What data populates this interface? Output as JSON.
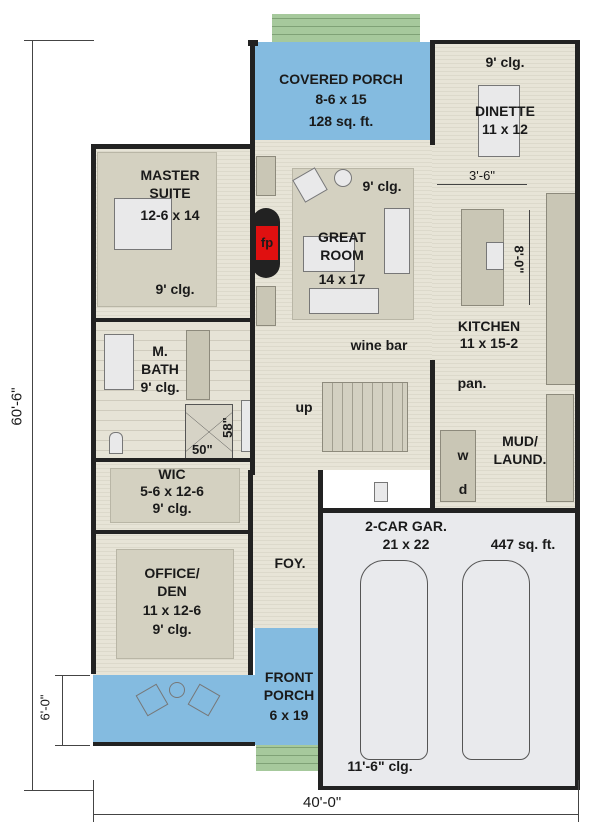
{
  "rooms": {
    "covered_porch": {
      "name": "COVERED PORCH",
      "size": "8-6 x 15",
      "area": "128 sq. ft."
    },
    "dinette": {
      "clg": "9' clg.",
      "name": "DINETTE",
      "size": "11 x 12"
    },
    "great_room": {
      "clg": "9' clg.",
      "name1": "GREAT",
      "name2": "ROOM",
      "size": "14 x 17",
      "fireplace": "fp"
    },
    "kitchen": {
      "name": "KITCHEN",
      "size": "11 x 15-2",
      "dim_width": "3'-6\"",
      "dim_length": "8'-0\""
    },
    "master_suite": {
      "name1": "MASTER",
      "name2": "SUITE",
      "size": "12-6 x 14",
      "clg": "9' clg."
    },
    "master_bath": {
      "name1": "M.",
      "name2": "BATH",
      "clg": "9' clg.",
      "shower_w": "50\"",
      "shower_h": "58\""
    },
    "wine_bar": {
      "name": "wine bar"
    },
    "stairs": {
      "label": "up"
    },
    "pantry": {
      "name": "pan."
    },
    "mud_laundry": {
      "name1": "MUD/",
      "name2": "LAUND.",
      "washer": "w",
      "dryer": "d"
    },
    "wic": {
      "name": "WIC",
      "size": "5-6 x 12-6",
      "clg": "9' clg."
    },
    "garage": {
      "name": "2-CAR GAR.",
      "size": "21 x 22",
      "area": "447 sq. ft.",
      "clg": "11'-6\" clg."
    },
    "foyer": {
      "name": "FOY."
    },
    "office": {
      "name1": "OFFICE/",
      "name2": "DEN",
      "size": "11 x 12-6",
      "clg": "9' clg."
    },
    "front_porch": {
      "name1": "FRONT",
      "name2": "PORCH",
      "size": "6 x 19"
    }
  },
  "dimensions": {
    "depth": "60'-6\"",
    "width": "40'-0\"",
    "porch_depth": "6'-0\""
  },
  "colors": {
    "porch": "#84bbe0",
    "floor": "#e7e4d7",
    "fireplace": "#e01010",
    "wall": "#222222",
    "garage": "#e9eaed"
  }
}
